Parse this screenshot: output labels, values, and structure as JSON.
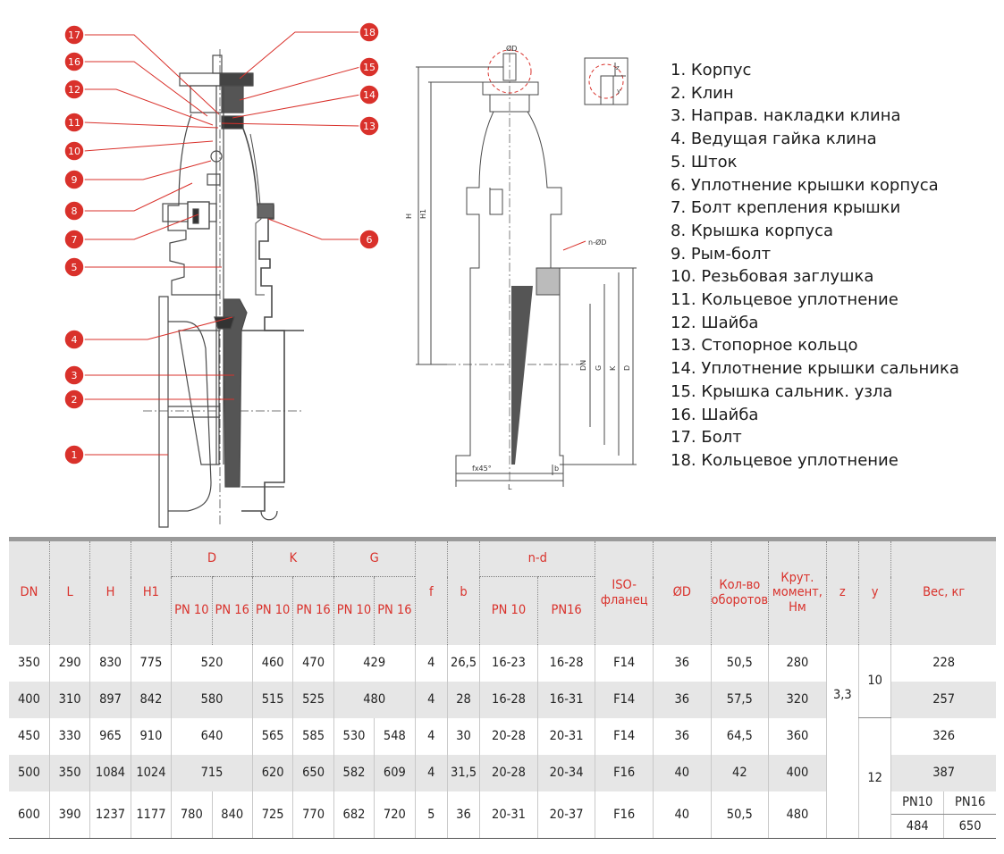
{
  "colors": {
    "accent": "#d9312b",
    "line": "#4a4a4a",
    "header_bg": "#e6e6e6"
  },
  "callouts": [
    "17",
    "16",
    "12",
    "11",
    "10",
    "9",
    "8",
    "7",
    "5",
    "4",
    "3",
    "2",
    "1",
    "18",
    "15",
    "14",
    "13",
    "6"
  ],
  "dims": {
    "phi_d": "ØD",
    "z": "z",
    "y": "y",
    "h": "H",
    "h1": "H1",
    "n_d": "n-ØD",
    "dn": "DN",
    "g": "G",
    "k": "K",
    "d": "D",
    "f45": "fx45°",
    "l": "L",
    "b": "b"
  },
  "legend": [
    "1. Корпус",
    "2. Клин",
    "3. Направ. накладки клина",
    "4. Ведущая гайка клина",
    "5. Шток",
    "6. Уплотнение крышки корпуса",
    "7. Болт крепления крышки",
    "8. Крышка корпуса",
    "9. Рым-болт",
    "10. Резьбовая заглушка",
    "11. Кольцевое уплотнение",
    "12. Шайба",
    "13. Стопорное кольцо",
    "14. Уплотнение крышки сальника",
    "15. Крышка сальник. узла",
    "16. Шайба",
    "17. Болт",
    "18. Кольцевое уплотнение"
  ],
  "table": {
    "headers": {
      "dn": "DN",
      "l": "L",
      "h": "H",
      "h1": "H1",
      "d": "D",
      "k": "K",
      "g": "G",
      "f": "f",
      "b": "b",
      "nd": "n-d",
      "iso": "ISO-фланец",
      "od": "ØD",
      "turns": "Кол-во оборотов",
      "torque": "Крут. момент, Нм",
      "z": "z",
      "y": "y",
      "weight": "Вес, кг",
      "pn10": "PN 10",
      "pn16": "PN 16",
      "nd_pn10": "PN 10",
      "nd_pn16": "PN16"
    },
    "rows": [
      {
        "dn": "350",
        "l": "290",
        "h": "830",
        "h1": "775",
        "d": "520",
        "k10": "460",
        "k16": "470",
        "g": "429",
        "f": "4",
        "b": "26,5",
        "nd10": "16-23",
        "nd16": "16-28",
        "iso": "F14",
        "od": "36",
        "turns": "50,5",
        "torque": "280",
        "weight": "228"
      },
      {
        "dn": "400",
        "l": "310",
        "h": "897",
        "h1": "842",
        "d": "580",
        "k10": "515",
        "k16": "525",
        "g": "480",
        "f": "4",
        "b": "28",
        "nd10": "16-28",
        "nd16": "16-31",
        "iso": "F14",
        "od": "36",
        "turns": "57,5",
        "torque": "320",
        "weight": "257"
      },
      {
        "dn": "450",
        "l": "330",
        "h": "965",
        "h1": "910",
        "d": "640",
        "k10": "565",
        "k16": "585",
        "g10": "530",
        "g16": "548",
        "f": "4",
        "b": "30",
        "nd10": "20-28",
        "nd16": "20-31",
        "iso": "F14",
        "od": "36",
        "turns": "64,5",
        "torque": "360",
        "weight": "326"
      },
      {
        "dn": "500",
        "l": "350",
        "h": "1084",
        "h1": "1024",
        "d": "715",
        "k10": "620",
        "k16": "650",
        "g10": "582",
        "g16": "609",
        "f": "4",
        "b": "31,5",
        "nd10": "20-28",
        "nd16": "20-34",
        "iso": "F16",
        "od": "40",
        "turns": "42",
        "torque": "400",
        "weight": "387"
      },
      {
        "dn": "600",
        "l": "390",
        "h": "1237",
        "h1": "1177",
        "d10": "780",
        "d16": "840",
        "k10": "725",
        "k16": "770",
        "g10": "682",
        "g16": "720",
        "f": "5",
        "b": "36",
        "nd10": "20-31",
        "nd16": "20-37",
        "iso": "F16",
        "od": "40",
        "turns": "50,5",
        "torque": "480",
        "w_lbl10": "PN10",
        "w_lbl16": "PN16",
        "w10": "484",
        "w16": "650"
      }
    ],
    "z_value": "3,3",
    "y_values": [
      "10",
      "12"
    ]
  }
}
